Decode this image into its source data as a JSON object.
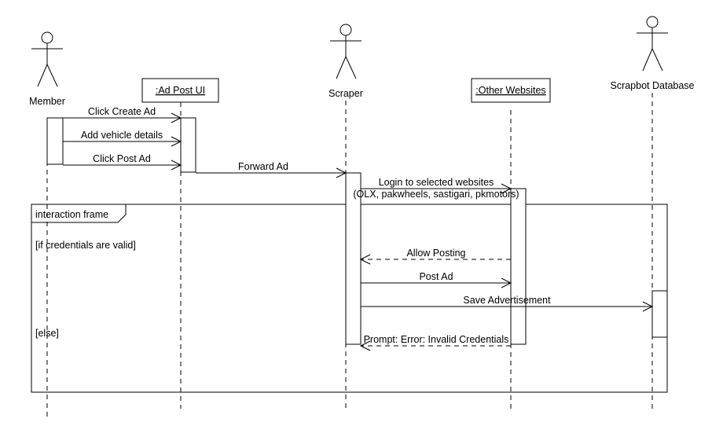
{
  "participants": {
    "member": "Member",
    "ad_post_ui": ":Ad Post UI",
    "scraper": "Scraper",
    "other_websites": ":Other Websites",
    "scrapbot_database": "Scrapbot Database"
  },
  "messages": {
    "click_create_ad": "Click Create Ad",
    "add_vehicle_details": "Add vehicle details",
    "click_post_ad": "Click Post Ad",
    "forward_ad": "Forward Ad",
    "login_line1": "Login to selected websites",
    "login_line2": "(OLX, pakwheels, sastigari, pkmotors)",
    "allow_posting": "Allow Posting",
    "post_ad": "Post Ad",
    "save_advertisement": "Save Advertisement",
    "prompt_error": "Prompt: Error: Invalid Credentials"
  },
  "frame": {
    "label": "interaction frame",
    "guard_if": "[if credentials are valid]",
    "guard_else": "[else]"
  }
}
